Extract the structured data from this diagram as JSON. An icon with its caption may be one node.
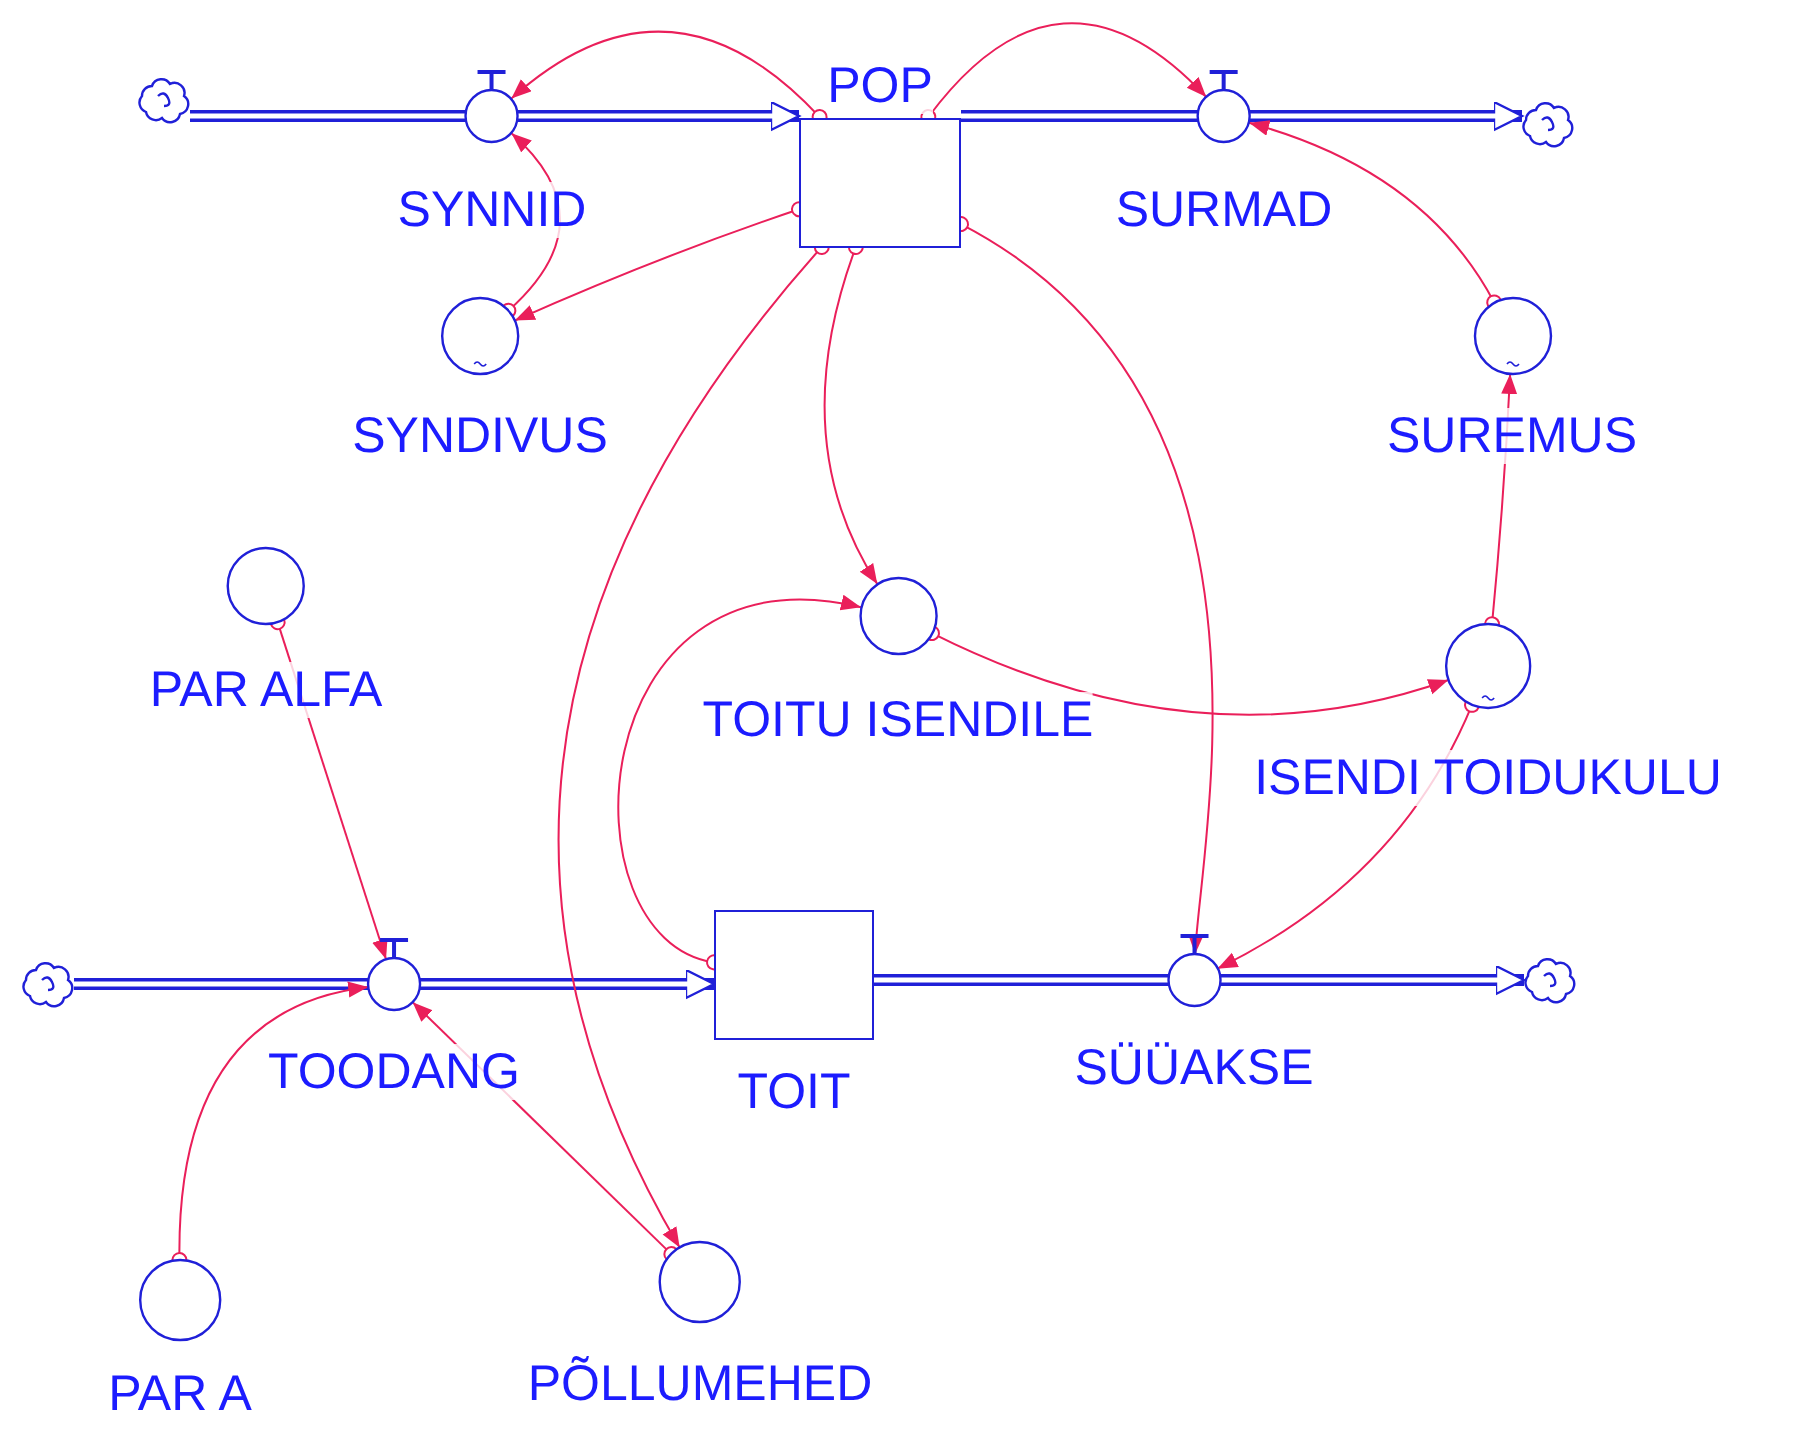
{
  "diagram": {
    "nodes": [
      {
        "text": [],
        "shape": "cloud"
      },
      {
        "text": [
          "SYNNID"
        ]
      },
      {
        "text": [
          "POP"
        ]
      },
      {
        "text": [
          "SURMAD"
        ]
      },
      {
        "text": [],
        "shape": "cloud"
      },
      {
        "text": [
          "SYNDIVUS"
        ]
      },
      {
        "text": [
          "SUREMUS"
        ]
      },
      {
        "text": [
          "TOITU ISENDILE"
        ]
      },
      {
        "text": [
          "ISENDI TOIDUKULU"
        ]
      },
      {
        "text": [
          "PAR ALFA"
        ]
      },
      {
        "text": [],
        "shape": "cloud"
      },
      {
        "text": [
          "TOODANG"
        ]
      },
      {
        "text": [
          "TOIT"
        ]
      },
      {
        "text": [
          "SÜÜAKSE"
        ]
      },
      {
        "text": [],
        "shape": "cloud"
      },
      {
        "text": [
          "PAR A"
        ]
      },
      {
        "text": [
          "PÕLLUMEHED"
        ]
      }
    ],
    "edges": [
      {
        "from": 0,
        "to": 1,
        "arrow": "none",
        "style": "thick",
        "color": "#2020d8"
      },
      {
        "from": 1,
        "to": 2,
        "arrow": "to",
        "style": "thick",
        "color": "#2020d8"
      },
      {
        "from": 2,
        "to": 3,
        "arrow": "none",
        "style": "thick",
        "color": "#2020d8"
      },
      {
        "from": 3,
        "to": 4,
        "arrow": "to",
        "style": "thick",
        "color": "#2020d8"
      },
      {
        "from": 10,
        "to": 11,
        "arrow": "none",
        "style": "thick",
        "color": "#2020d8"
      },
      {
        "from": 11,
        "to": 12,
        "arrow": "to",
        "style": "thick",
        "color": "#2020d8"
      },
      {
        "from": 12,
        "to": 13,
        "arrow": "none",
        "style": "thick",
        "color": "#2020d8"
      },
      {
        "from": 13,
        "to": 14,
        "arrow": "to",
        "style": "thick",
        "color": "#2020d8"
      },
      {
        "from": 2,
        "to": 1,
        "arrow": "to"
      },
      {
        "from": 2,
        "to": 3,
        "arrow": "to"
      },
      {
        "from": 2,
        "to": 5,
        "arrow": "to"
      },
      {
        "from": 5,
        "to": 1,
        "arrow": "to"
      },
      {
        "from": 2,
        "to": 7,
        "arrow": "to"
      },
      {
        "from": 2,
        "to": 16,
        "arrow": "to"
      },
      {
        "from": 2,
        "to": 13,
        "arrow": "to"
      },
      {
        "from": 6,
        "to": 3,
        "arrow": "to"
      },
      {
        "from": 8,
        "to": 6,
        "arrow": "to"
      },
      {
        "from": 7,
        "to": 8,
        "arrow": "to"
      },
      {
        "from": 12,
        "to": 7,
        "arrow": "to"
      },
      {
        "from": 8,
        "to": 13,
        "arrow": "to"
      },
      {
        "from": 9,
        "to": 11,
        "arrow": "to"
      },
      {
        "from": 15,
        "to": 11,
        "arrow": "to"
      },
      {
        "from": 16,
        "to": 11,
        "arrow": "to"
      }
    ]
  }
}
